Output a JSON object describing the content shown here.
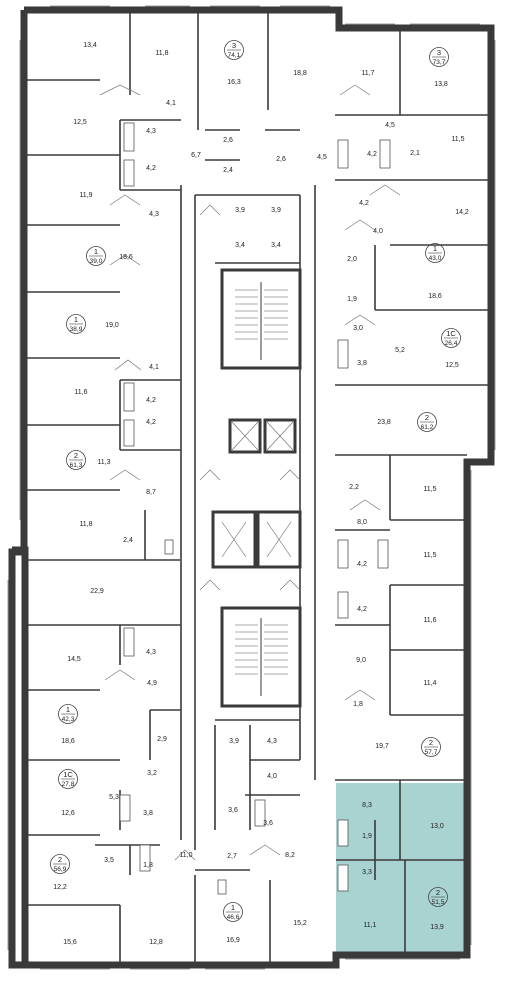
{
  "colors": {
    "highlight": "#a9d3d0",
    "wall": "#3a3a3a",
    "background": "#ffffff"
  },
  "rooms": [
    {
      "id": "l-13-4",
      "label": "13,4"
    },
    {
      "id": "l-11-8-top",
      "label": "11,8"
    },
    {
      "id": "l-16-3",
      "label": "16,3"
    },
    {
      "id": "l-18-8",
      "label": "18,8"
    },
    {
      "id": "l-4-1-top",
      "label": "4,1"
    },
    {
      "id": "l-12-5",
      "label": "12,5"
    },
    {
      "id": "l-4-3-a",
      "label": "4,3"
    },
    {
      "id": "l-4-2-a",
      "label": "4,2"
    },
    {
      "id": "l-6-7",
      "label": "6,7"
    },
    {
      "id": "l-2-6-a",
      "label": "2,6"
    },
    {
      "id": "l-2-6-b",
      "label": "2,6"
    },
    {
      "id": "l-2-4-a",
      "label": "2,4"
    },
    {
      "id": "l-4-5-a",
      "label": "4,5"
    },
    {
      "id": "l-11-9",
      "label": "11,9"
    },
    {
      "id": "l-4-3-b",
      "label": "4,3"
    },
    {
      "id": "l-18-6-a",
      "label": "18,6"
    },
    {
      "id": "l-3-9-a",
      "label": "3,9"
    },
    {
      "id": "l-3-9-b",
      "label": "3,9"
    },
    {
      "id": "l-3-4-a",
      "label": "3,4"
    },
    {
      "id": "l-3-4-b",
      "label": "3,4"
    },
    {
      "id": "l-19-0",
      "label": "19,0"
    },
    {
      "id": "l-4-1-b",
      "label": "4,1"
    },
    {
      "id": "l-11-6-a",
      "label": "11,6"
    },
    {
      "id": "l-4-2-b",
      "label": "4,2"
    },
    {
      "id": "l-4-2-c",
      "label": "4,2"
    },
    {
      "id": "l-11-3",
      "label": "11,3"
    },
    {
      "id": "l-8-7",
      "label": "8,7"
    },
    {
      "id": "l-11-8-b",
      "label": "11,8"
    },
    {
      "id": "l-2-4-b",
      "label": "2,4"
    },
    {
      "id": "l-22-9",
      "label": "22,9"
    },
    {
      "id": "l-4-3-c",
      "label": "4,3"
    },
    {
      "id": "l-14-5",
      "label": "14,5"
    },
    {
      "id": "l-4-9",
      "label": "4,9"
    },
    {
      "id": "l-18-6-b",
      "label": "18,6"
    },
    {
      "id": "l-2-9",
      "label": "2,9"
    },
    {
      "id": "l-3-9-c",
      "label": "3,9"
    },
    {
      "id": "l-4-3-d",
      "label": "4,3"
    },
    {
      "id": "l-4-0-a",
      "label": "4,0"
    },
    {
      "id": "l-3-2",
      "label": "3,2"
    },
    {
      "id": "l-5-3",
      "label": "5,3"
    },
    {
      "id": "l-12-6",
      "label": "12,6"
    },
    {
      "id": "l-3-8-a",
      "label": "3,8"
    },
    {
      "id": "l-3-6-a",
      "label": "3,6"
    },
    {
      "id": "l-3-6-b",
      "label": "3,6"
    },
    {
      "id": "l-11-0",
      "label": "11,0"
    },
    {
      "id": "l-2-7",
      "label": "2,7"
    },
    {
      "id": "l-8-2",
      "label": "8,2"
    },
    {
      "id": "l-3-5",
      "label": "3,5"
    },
    {
      "id": "l-1-8-a",
      "label": "1,8"
    },
    {
      "id": "l-12-2",
      "label": "12,2"
    },
    {
      "id": "l-15-6",
      "label": "15,6"
    },
    {
      "id": "l-12-8",
      "label": "12,8"
    },
    {
      "id": "l-16-9",
      "label": "16,9"
    },
    {
      "id": "l-15-2",
      "label": "15,2"
    },
    {
      "id": "r-11-7",
      "label": "11,7"
    },
    {
      "id": "r-13-8",
      "label": "13,8"
    },
    {
      "id": "r-4-5",
      "label": "4,5"
    },
    {
      "id": "r-11-5-top",
      "label": "11,5"
    },
    {
      "id": "r-4-2-a",
      "label": "4,2"
    },
    {
      "id": "r-2-1",
      "label": "2,1"
    },
    {
      "id": "r-4-2-b",
      "label": "4,2"
    },
    {
      "id": "r-14-2",
      "label": "14,2"
    },
    {
      "id": "r-4-0",
      "label": "4,0"
    },
    {
      "id": "r-2-0",
      "label": "2,0"
    },
    {
      "id": "r-18-6",
      "label": "18,6"
    },
    {
      "id": "r-1-9",
      "label": "1,9"
    },
    {
      "id": "r-3-0",
      "label": "3,0"
    },
    {
      "id": "r-5-2",
      "label": "5,2"
    },
    {
      "id": "r-12-5",
      "label": "12,5"
    },
    {
      "id": "r-3-8",
      "label": "3,8"
    },
    {
      "id": "r-23-8",
      "label": "23,8"
    },
    {
      "id": "r-2-2",
      "label": "2,2"
    },
    {
      "id": "r-11-5-b",
      "label": "11,5"
    },
    {
      "id": "r-8-0",
      "label": "8,0"
    },
    {
      "id": "r-11-5-c",
      "label": "11,5"
    },
    {
      "id": "r-4-2-c",
      "label": "4,2"
    },
    {
      "id": "r-4-2-d",
      "label": "4,2"
    },
    {
      "id": "r-11-6",
      "label": "11,6"
    },
    {
      "id": "r-9-0",
      "label": "9,0"
    },
    {
      "id": "r-11-4",
      "label": "11,4"
    },
    {
      "id": "r-1-8",
      "label": "1,8"
    },
    {
      "id": "r-19-7",
      "label": "19,7"
    },
    {
      "id": "r-8-3",
      "label": "8,3"
    },
    {
      "id": "r-13-0",
      "label": "13,0"
    },
    {
      "id": "r-1-9-b",
      "label": "1,9"
    },
    {
      "id": "r-3-3",
      "label": "3,3"
    },
    {
      "id": "r-11-1",
      "label": "11,1"
    },
    {
      "id": "r-13-9",
      "label": "13,9"
    }
  ],
  "apartments": [
    {
      "id": "apt-3-74-1",
      "rooms": "3",
      "area": "74,1"
    },
    {
      "id": "apt-3-73-7",
      "rooms": "3",
      "area": "73,7"
    },
    {
      "id": "apt-1-39-0",
      "rooms": "1",
      "area": "39,0"
    },
    {
      "id": "apt-1-43-0",
      "rooms": "1",
      "area": "43,0"
    },
    {
      "id": "apt-1-38-9",
      "rooms": "1",
      "area": "38,9"
    },
    {
      "id": "apt-1c-26-4",
      "rooms": "1С",
      "area": "26,4"
    },
    {
      "id": "apt-2-61-2",
      "rooms": "2",
      "area": "61,2"
    },
    {
      "id": "apt-2-61-3",
      "rooms": "2",
      "area": "61,3"
    },
    {
      "id": "apt-1-42-3",
      "rooms": "1",
      "area": "42,3"
    },
    {
      "id": "apt-2-57-7",
      "rooms": "2",
      "area": "57,7"
    },
    {
      "id": "apt-1c-27-8",
      "rooms": "1С",
      "area": "27,8"
    },
    {
      "id": "apt-2-56-9",
      "rooms": "2",
      "area": "56,9"
    },
    {
      "id": "apt-1-46-6",
      "rooms": "1",
      "area": "46,6"
    },
    {
      "id": "apt-2-51-5",
      "rooms": "2",
      "area": "51,5"
    }
  ]
}
